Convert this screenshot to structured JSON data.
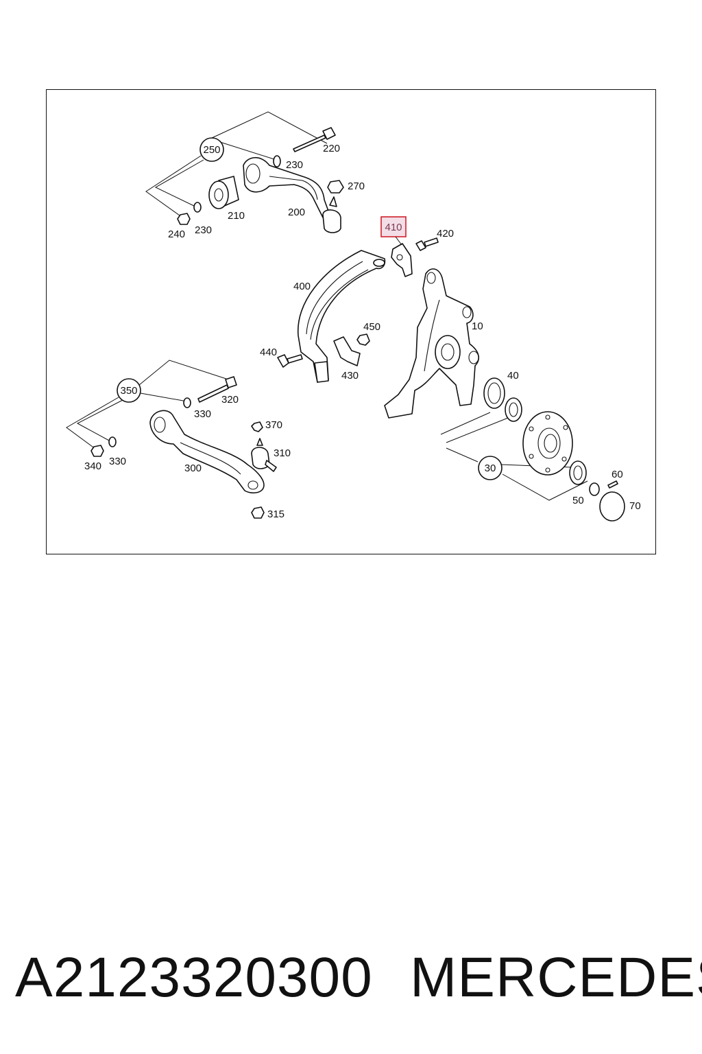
{
  "diagram": {
    "highlighted_part": "410",
    "labels": {
      "p250": "250",
      "p220": "220",
      "p230a": "230",
      "p270": "270",
      "p210": "210",
      "p200": "200",
      "p240": "240",
      "p230b": "230",
      "p410": "410",
      "p420": "420",
      "p400": "400",
      "p450": "450",
      "p10": "10",
      "p440": "440",
      "p430": "430",
      "p40": "40",
      "p350": "350",
      "p320": "320",
      "p330a": "330",
      "p370": "370",
      "p310": "310",
      "p340": "340",
      "p330b": "330",
      "p300": "300",
      "p30": "30",
      "p60": "60",
      "p50": "50",
      "p70": "70",
      "p315": "315"
    }
  },
  "caption": {
    "part_number": "A2123320300",
    "brand": "MERCEDES"
  },
  "colors": {
    "line": "#111111",
    "highlight_box": "#d0202a",
    "highlight_fill": "#f3dde6"
  }
}
